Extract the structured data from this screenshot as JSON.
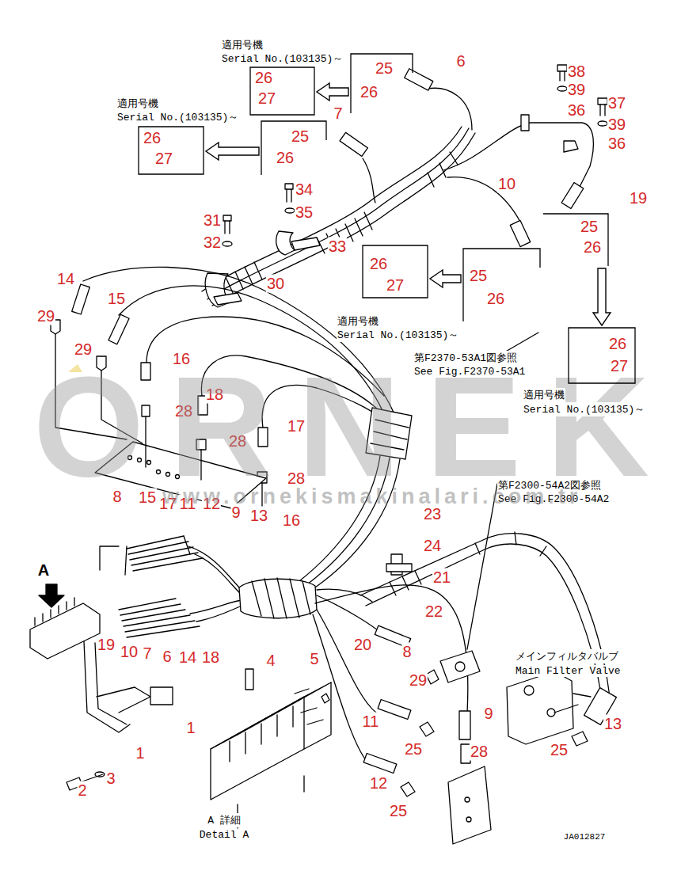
{
  "diagram": {
    "nodes": [
      {
        "text": [
          "適用号機",
          "Serial No.(103135)～",
          "26",
          "27"
        ]
      },
      {
        "text": [
          "25",
          "26"
        ]
      },
      {
        "text": [
          "適用号機",
          "Serial No.(103135)～",
          "26",
          "27"
        ]
      },
      {
        "text": [
          "25",
          "26"
        ]
      },
      {
        "text": [
          "26",
          "27",
          "適用号機",
          "Serial No.(103135)～"
        ]
      },
      {
        "text": [
          "25",
          "26"
        ]
      },
      {
        "text": [
          "25",
          "26"
        ]
      },
      {
        "text": [
          "26",
          "27",
          "適用号機",
          "Serial No.(103135)～"
        ]
      }
    ],
    "edges": [
      {
        "from": 1,
        "to": 0,
        "arrow": "to"
      },
      {
        "from": 3,
        "to": 2,
        "arrow": "to"
      },
      {
        "from": 5,
        "to": 4,
        "arrow": "to"
      },
      {
        "from": 6,
        "to": 7,
        "arrow": "to"
      }
    ],
    "labels": [
      "6",
      "7",
      "38",
      "39",
      "36",
      "37",
      "39",
      "36",
      "19",
      "10",
      "34",
      "35",
      "31",
      "32",
      "33",
      "30",
      "14",
      "15",
      "29",
      "29",
      "16",
      "18",
      "28",
      "28",
      "17",
      "28",
      "第F2370-53A1図参照",
      "See Fig.F2370-53A1",
      "第F2300-54A2図参照",
      "See Fig.F2300-54A2",
      "8",
      "15",
      "17",
      "11",
      "12",
      "9",
      "13",
      "16",
      "23",
      "24",
      "21",
      "22",
      "A",
      "19",
      "10",
      "7",
      "6",
      "14",
      "18",
      "20",
      "8",
      "29",
      "メインフィルタバルブ",
      "Main Filter Valve",
      "4",
      "5",
      "1",
      "1",
      "3",
      "2",
      "11",
      "25",
      "12",
      "25",
      "9",
      "28",
      "25",
      "13",
      "A 詳細",
      "Detail A",
      "JA012827",
      "ORNEK",
      "www.ornekismakinalari.com.tr"
    ]
  }
}
